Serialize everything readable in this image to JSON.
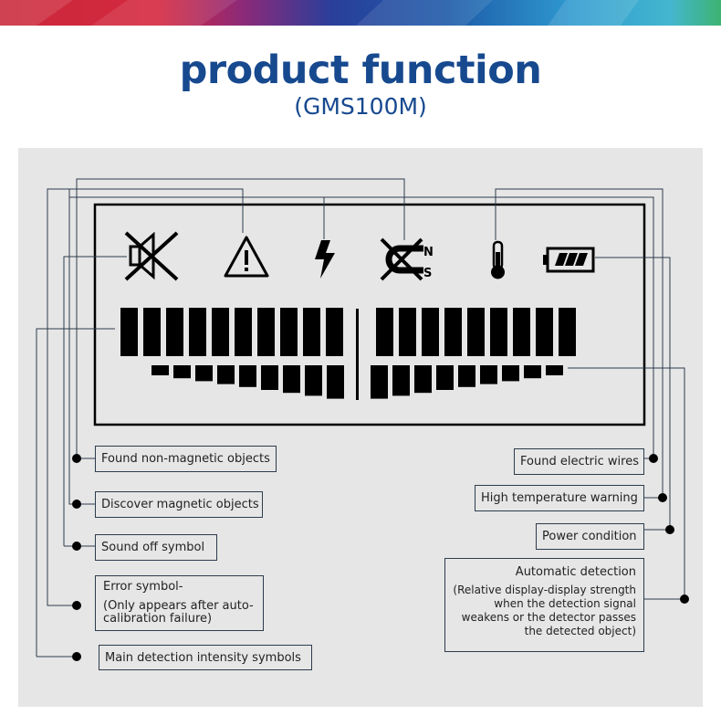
{
  "header": {
    "title": "product function",
    "subtitle": "(GMS100M)"
  },
  "colors": {
    "title": "#17498f",
    "panel": "#e6e6e6",
    "line": "#2d3c4c",
    "lcd": "#000000"
  },
  "display": {
    "icons": [
      "sound-off-icon",
      "warning-triangle-icon",
      "lightning-icon",
      "magnet-icon",
      "thermometer-icon",
      "battery-icon"
    ],
    "magnet_n": "N",
    "magnet_s": "S",
    "main_bar_count_left": 10,
    "main_bar_count_right": 9,
    "small_bar_count_left": 9,
    "small_bar_count_right": 9
  },
  "labels": {
    "non_magnetic": "Found non-magnetic objects",
    "magnetic": "Discover magnetic objects",
    "sound_off": "Sound off symbol",
    "error_title": "Error symbol-",
    "error_detail": "(Only appears after auto-calibration failure)",
    "main_intensity": "Main detection intensity symbols",
    "electric_wires": "Found electric wires",
    "high_temp": "High temperature warning",
    "power": "Power condition",
    "auto_title": "Automatic detection",
    "auto_detail": "(Relative display-display strength when the detection signal weakens or the detector passes the detected object)"
  }
}
